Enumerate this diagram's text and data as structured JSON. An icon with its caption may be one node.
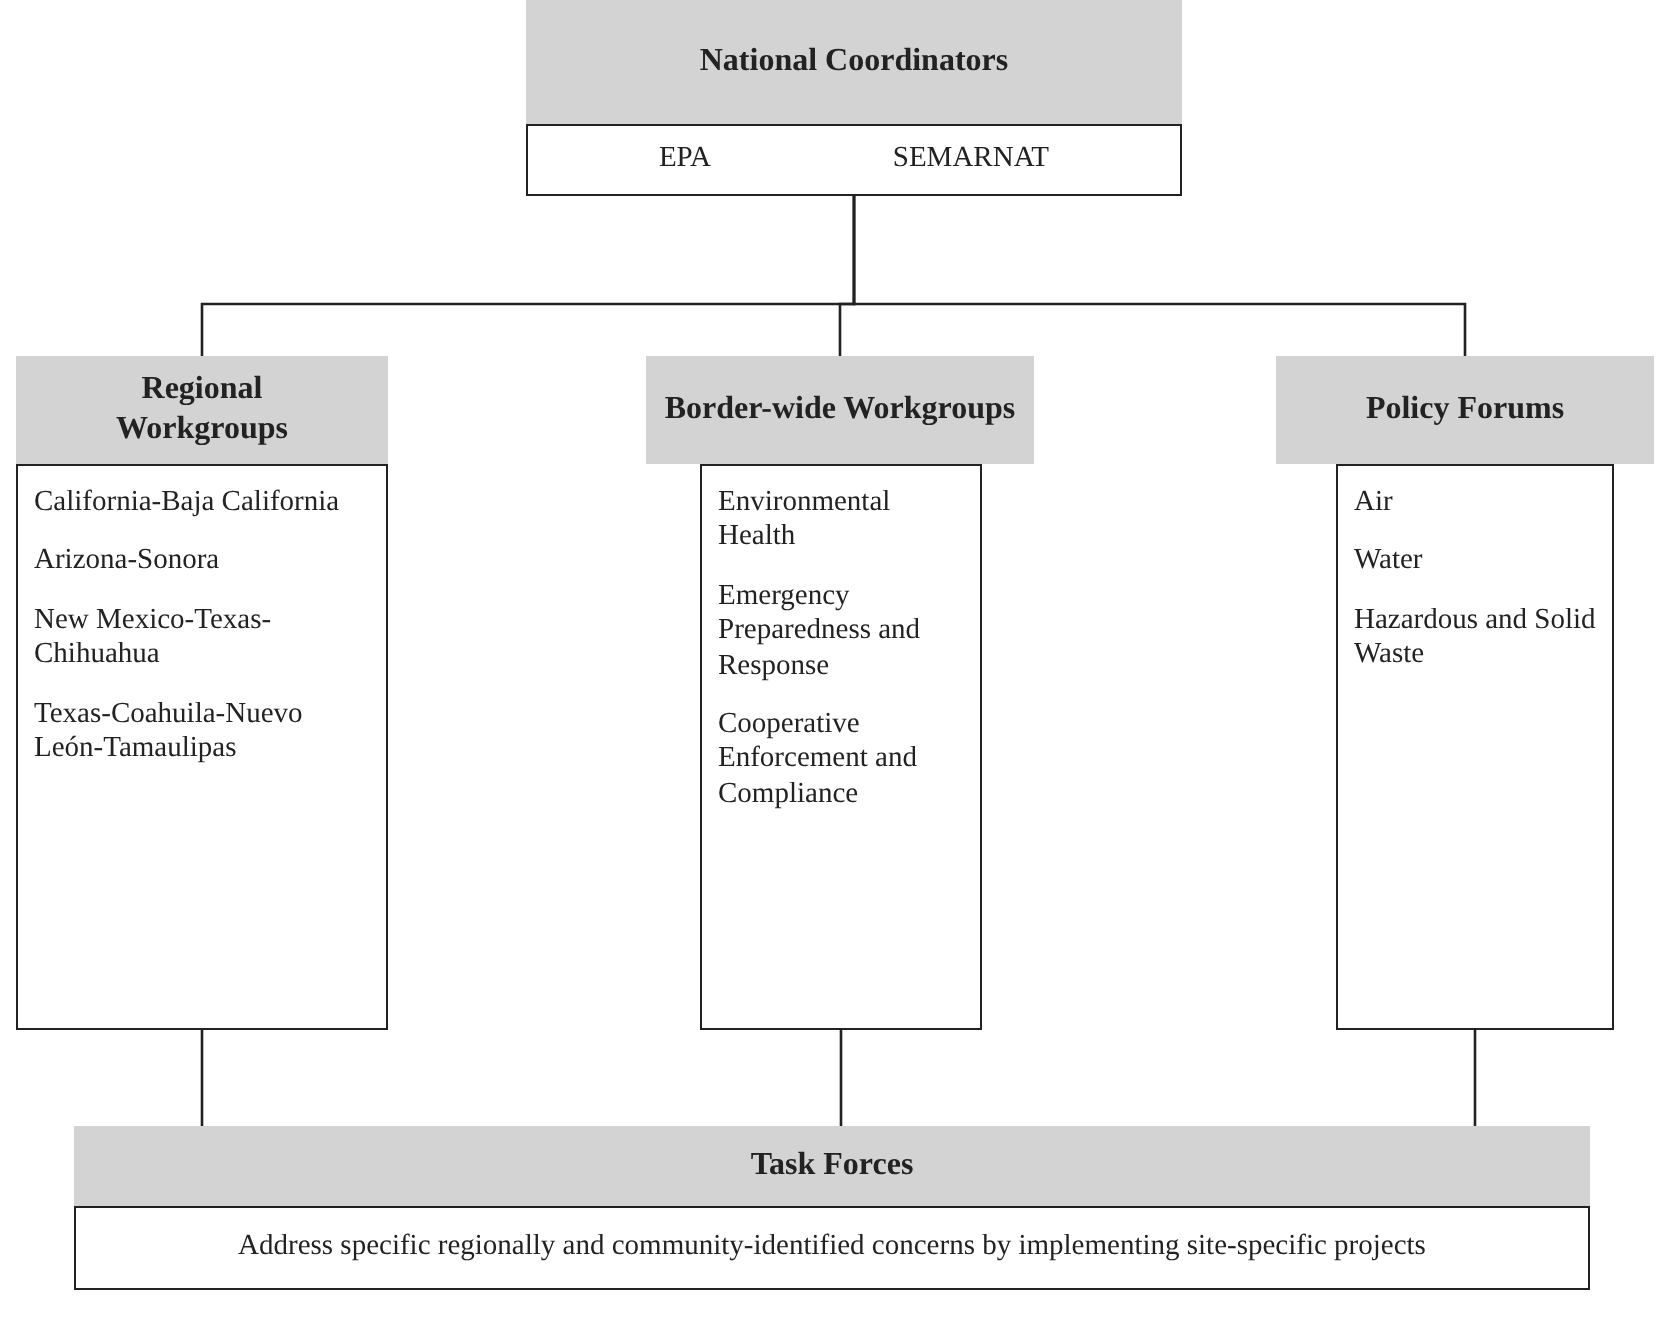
{
  "diagram": {
    "nodes": [
      {
        "text": [
          "National Coordinators",
          "EPA",
          "SEMARNAT"
        ]
      },
      {
        "text": [
          "Regional Workgroups",
          "California-Baja California",
          "Arizona-Sonora",
          "New Mexico-Texas-Chihuahua",
          "Texas-Coahuila-Nuevo León-Tamaulipas"
        ]
      },
      {
        "text": [
          "Border-wide Workgroups",
          "Environmental Health",
          "Emergency Preparedness and Response",
          "Cooperative Enforcement and Compliance"
        ]
      },
      {
        "text": [
          "Policy Forums",
          "Air",
          "Water",
          "Hazardous and Solid Waste"
        ]
      },
      {
        "text": [
          "Task Forces",
          "Address specific regionally and community-identified concerns by implementing site-specific projects"
        ]
      }
    ],
    "edges": [
      {
        "from": 0,
        "to": 1,
        "arrow": "none"
      },
      {
        "from": 0,
        "to": 2,
        "arrow": "none"
      },
      {
        "from": 0,
        "to": 3,
        "arrow": "none"
      },
      {
        "from": 1,
        "to": 4,
        "arrow": "none"
      },
      {
        "from": 2,
        "to": 4,
        "arrow": "none"
      },
      {
        "from": 3,
        "to": 4,
        "arrow": "none"
      }
    ]
  }
}
